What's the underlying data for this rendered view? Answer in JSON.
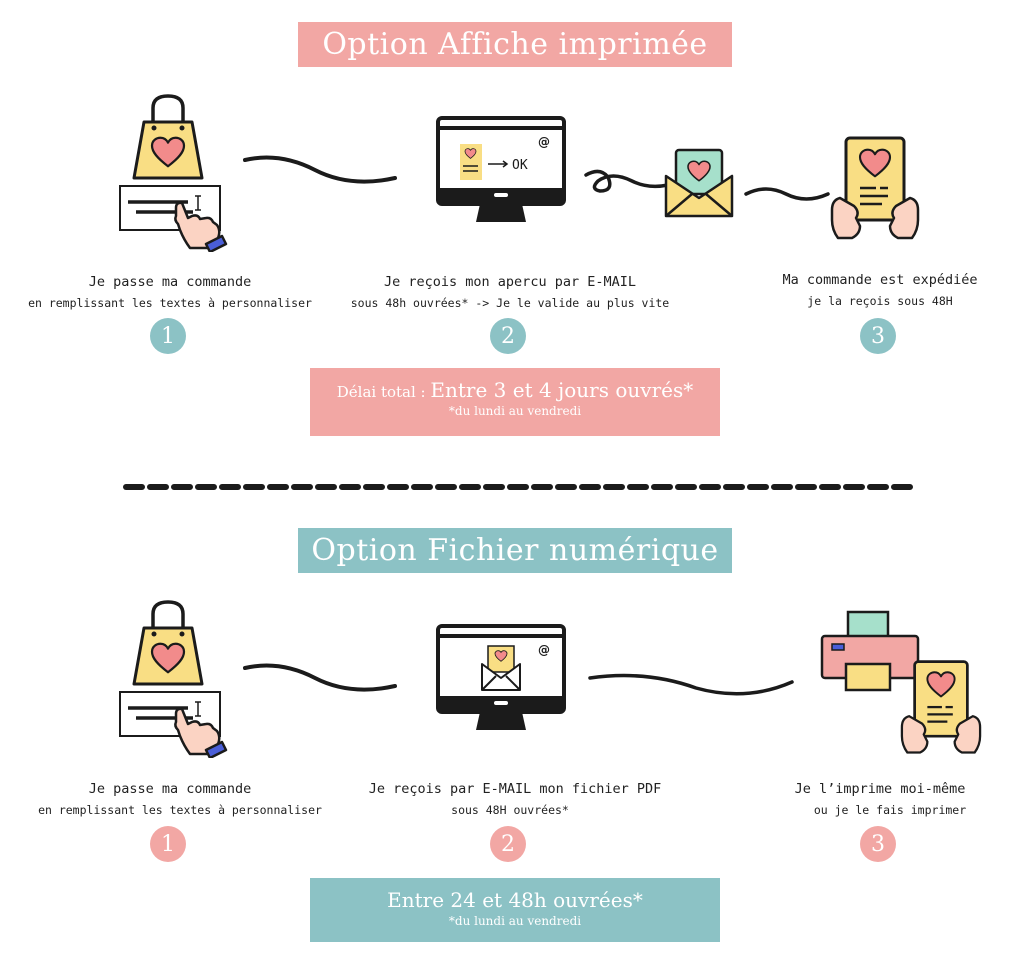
{
  "colors": {
    "pink": "#F2A7A4",
    "teal": "#8CC2C5",
    "yellow": "#F9DE84",
    "mint": "#A6E0CB",
    "heart": "#F28B8B",
    "skin": "#FBD3C3",
    "blue": "#4A5ED8",
    "black": "#1b1b1b"
  },
  "section1": {
    "title": "Option Affiche imprimée",
    "steps": [
      {
        "number": "1",
        "title": "Je passe ma commande",
        "subtitle": "en remplissant les textes à personnaliser",
        "icon": "shopping-bag-form-icon"
      },
      {
        "number": "2",
        "title": "Je reçois mon apercu par E-MAIL",
        "subtitle": "sous 48h ouvrées* -> Je le valide au plus vite",
        "icon": "monitor-preview-icon",
        "screen_text": "OK",
        "screen_at": "@"
      },
      {
        "number": "3",
        "title": "Ma commande est expédiée",
        "subtitle": "je la reçois sous 48H",
        "icon": "poster-in-hands-icon"
      }
    ],
    "delay": {
      "prefix": "Délai total : ",
      "main": "Entre 3 et 4 jours ouvrés*",
      "note": "*du lundi au vendredi"
    }
  },
  "section2": {
    "title": "Option Fichier numérique",
    "steps": [
      {
        "number": "1",
        "title": "Je passe ma commande",
        "subtitle": "en remplissant les textes à personnaliser",
        "icon": "shopping-bag-form-icon"
      },
      {
        "number": "2",
        "title": "Je reçois par E-MAIL mon fichier PDF",
        "subtitle": "sous 48H ouvrées*",
        "icon": "monitor-envelope-icon",
        "screen_at": "@"
      },
      {
        "number": "3",
        "title": "Je l’imprime moi-même",
        "subtitle": "ou je le fais imprimer",
        "icon": "printer-poster-icon"
      }
    ],
    "delay": {
      "main": "Entre 24 et 48h ouvrées*",
      "note": "*du lundi au vendredi"
    }
  }
}
